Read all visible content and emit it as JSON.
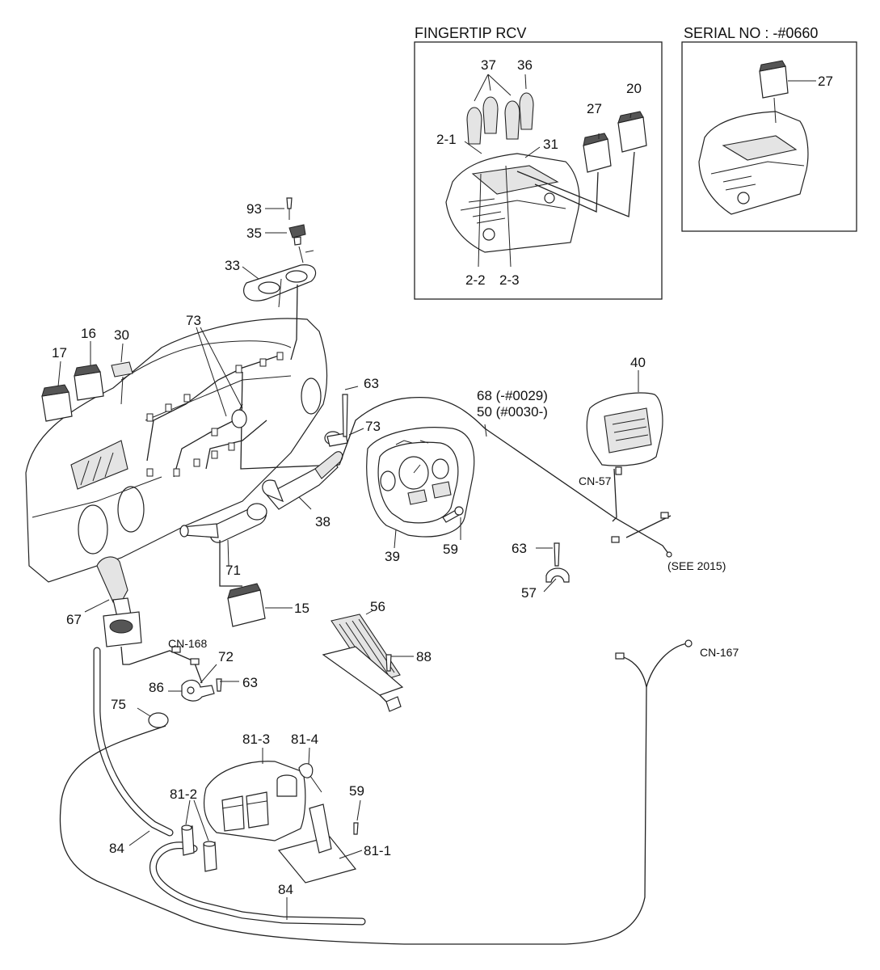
{
  "boxes": {
    "fingertip_title": "FINGERTIP RCV",
    "serial_title": "SERIAL NO : -#0660"
  },
  "parts": {
    "p37": "37",
    "p36": "36",
    "p20": "20",
    "p27a": "27",
    "p2_1": "2-1",
    "p31": "31",
    "p2_2": "2-2",
    "p2_3": "2-3",
    "p27b": "27",
    "p93": "93",
    "p35": "35",
    "p33": "33",
    "p17": "17",
    "p16": "16",
    "p30": "30",
    "p73a": "73",
    "p73b": "73",
    "p63a": "63",
    "p68": "68 (-#0029)",
    "p50": "50 (#0030-)",
    "p40": "40",
    "cn57": "CN-57",
    "p38": "38",
    "p39": "39",
    "p59a": "59",
    "p71": "71",
    "p63b": "63",
    "p57": "57",
    "see2015": "(SEE 2015)",
    "p67": "67",
    "p15": "15",
    "p56": "56",
    "p88": "88",
    "cn168": "CN-168",
    "p72": "72",
    "p86": "86",
    "p63c": "63",
    "p75": "75",
    "cn167": "CN-167",
    "p81_3": "81-3",
    "p81_4": "81-4",
    "p81_2": "81-2",
    "p59b": "59",
    "p84a": "84",
    "p81_1": "81-1",
    "p84b": "84"
  }
}
